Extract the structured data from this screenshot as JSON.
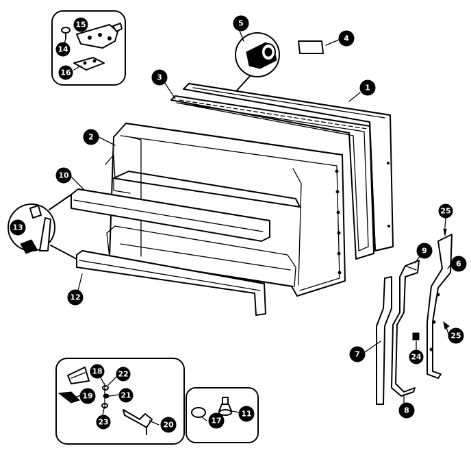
{
  "diagram": {
    "callouts": [
      {
        "id": "1",
        "label": "1"
      },
      {
        "id": "2",
        "label": "2"
      },
      {
        "id": "3",
        "label": "3"
      },
      {
        "id": "4",
        "label": "4"
      },
      {
        "id": "5",
        "label": "5"
      },
      {
        "id": "6",
        "label": "6"
      },
      {
        "id": "7",
        "label": "7"
      },
      {
        "id": "8",
        "label": "8"
      },
      {
        "id": "9",
        "label": "9"
      },
      {
        "id": "10",
        "label": "10"
      },
      {
        "id": "11",
        "label": "11"
      },
      {
        "id": "12",
        "label": "12"
      },
      {
        "id": "13",
        "label": "13"
      },
      {
        "id": "14",
        "label": "14"
      },
      {
        "id": "15",
        "label": "15"
      },
      {
        "id": "16",
        "label": "16"
      },
      {
        "id": "17",
        "label": "17"
      },
      {
        "id": "18",
        "label": "18"
      },
      {
        "id": "19",
        "label": "19"
      },
      {
        "id": "20",
        "label": "20"
      },
      {
        "id": "21",
        "label": "21"
      },
      {
        "id": "22",
        "label": "22"
      },
      {
        "id": "23",
        "label": "23"
      },
      {
        "id": "24",
        "label": "24"
      },
      {
        "id": "25a",
        "label": "25"
      },
      {
        "id": "25b",
        "label": "25"
      }
    ],
    "colors": {
      "ink": "#000000",
      "paper": "#ffffff"
    }
  }
}
